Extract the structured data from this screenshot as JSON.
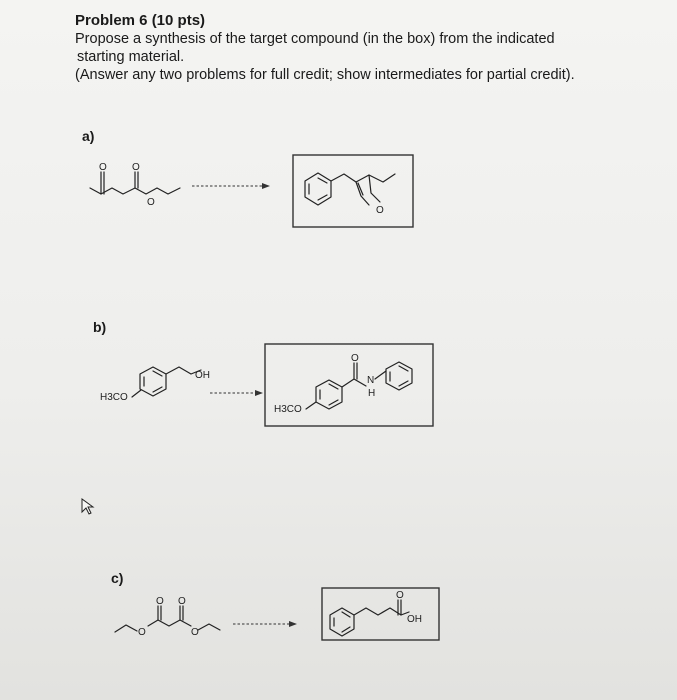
{
  "problem": {
    "title": "Problem 6 (10 pts)",
    "lines": [
      "Propose a synthesis of the target compound (in the box) from the indicated",
      "starting material.",
      "(Answer any two problems for full credit; show intermediates for partial credit)."
    ]
  },
  "parts": [
    {
      "label": "a)",
      "start_atoms": [
        "O",
        "O",
        "O"
      ],
      "target_atoms": [
        "O"
      ]
    },
    {
      "label": "b)",
      "start_atoms": [
        "H3CO",
        "OH"
      ],
      "target_atoms": [
        "H3CO",
        "O",
        "N",
        "H"
      ]
    },
    {
      "label": "c)",
      "start_atoms": [
        "O",
        "O",
        "O",
        "O"
      ],
      "target_atoms": [
        "O",
        "OH"
      ]
    }
  ],
  "cursor_icon": "mouse-pointer-icon"
}
